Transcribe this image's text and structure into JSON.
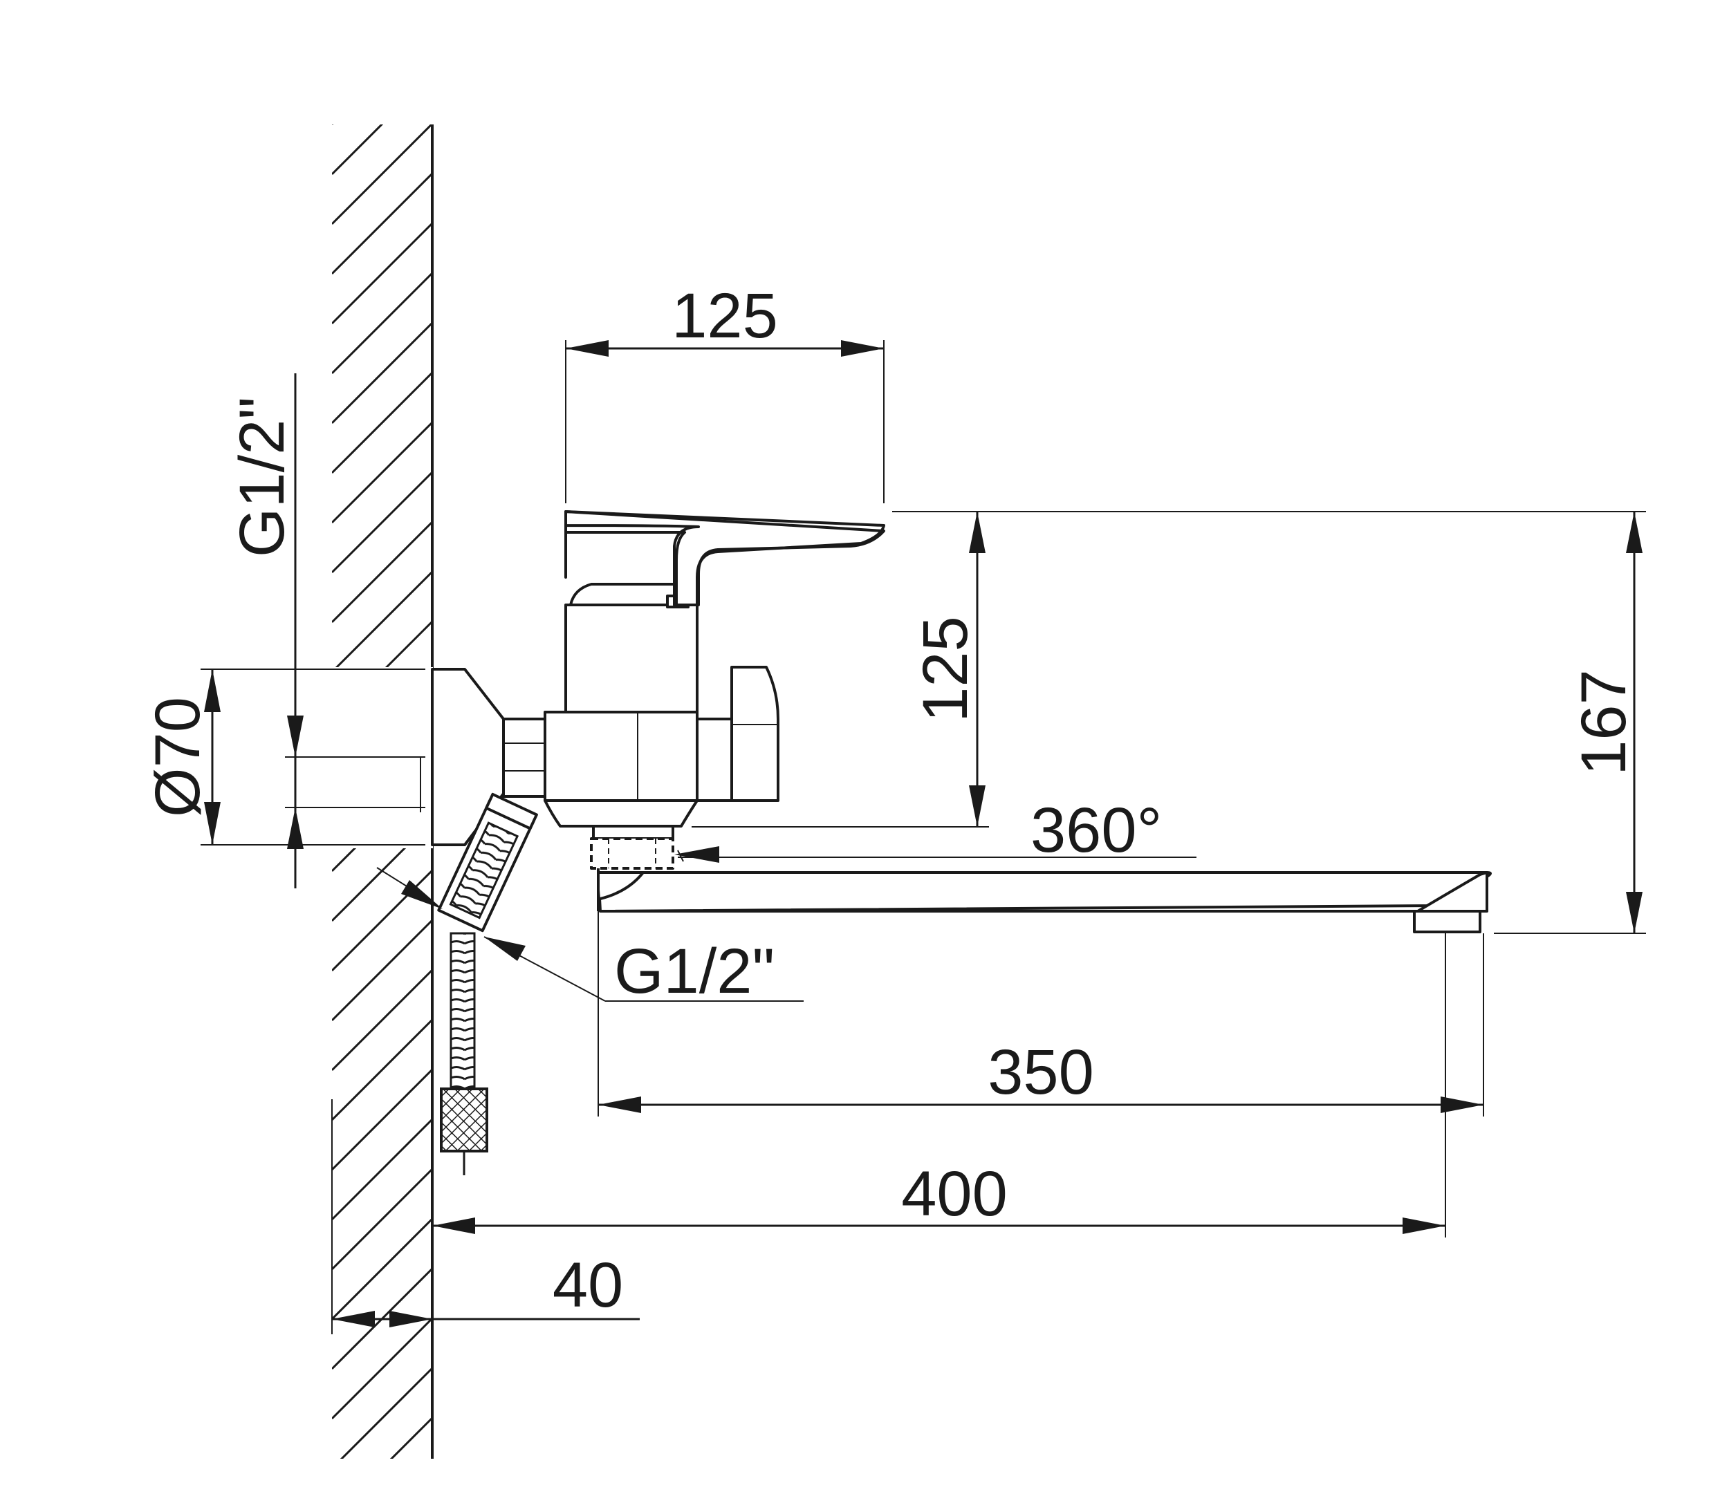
{
  "dimensions": {
    "lever_width": "125",
    "body_height": "125",
    "total_height": "167",
    "spout_reach": "350",
    "total_reach": "400",
    "wall_offset": "40",
    "flange_diameter": "Ø70",
    "inlet_thread": "G1/2\"",
    "shower_thread": "G1/2\"",
    "swivel_angle": "360°"
  }
}
